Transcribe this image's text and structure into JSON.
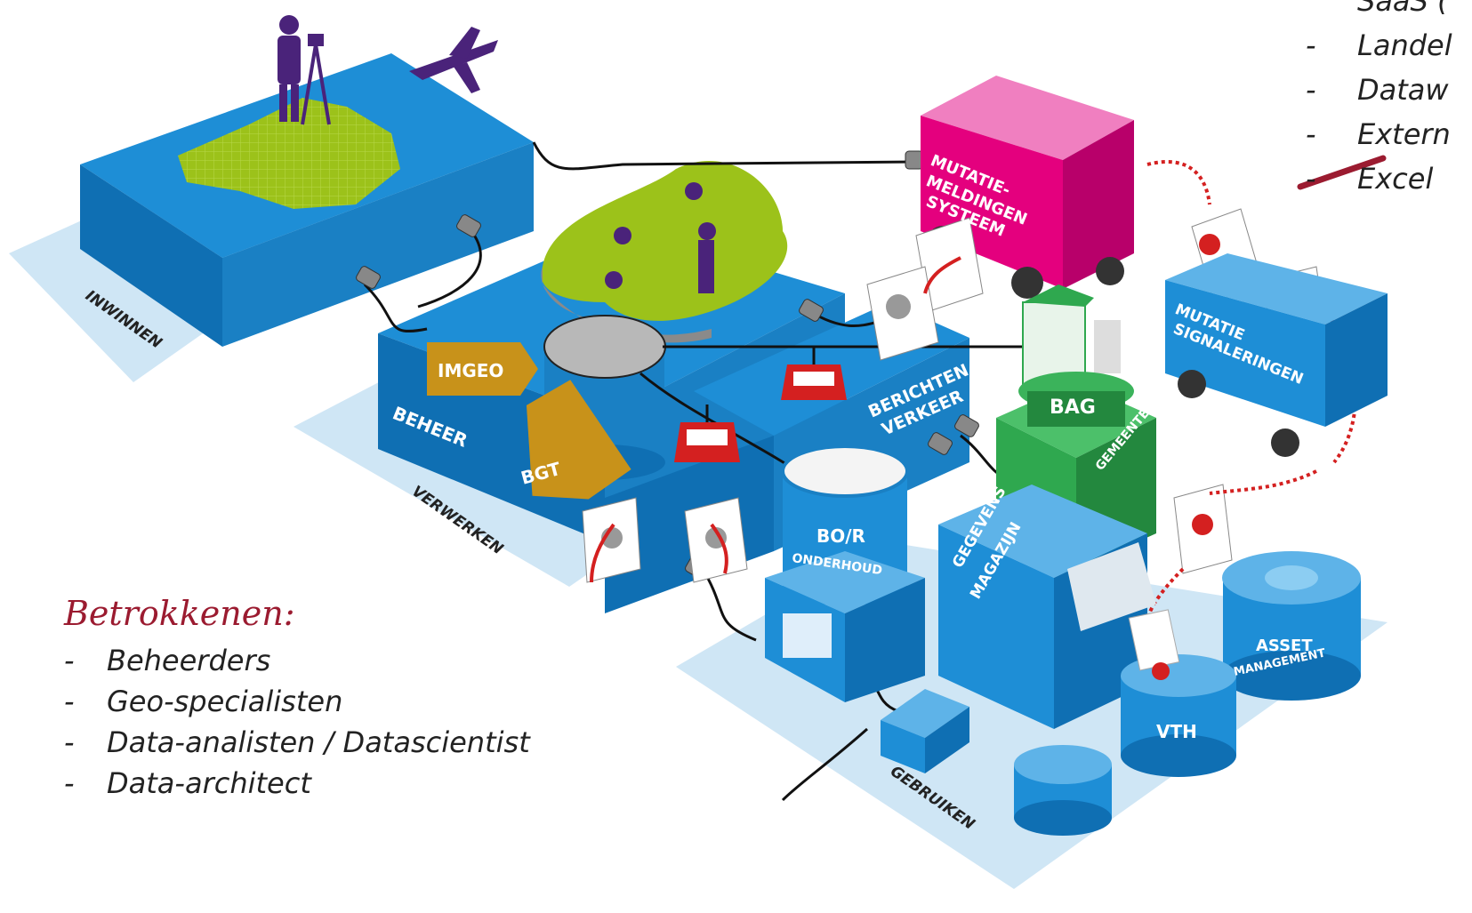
{
  "labels": {
    "inwinnen": "INWINNEN",
    "verwerken": "VERWERKEN",
    "gebruiken": "GEBRUIKEN",
    "beheer": "BEHEER",
    "imgeo": "IMGEO",
    "bgt": "BGT",
    "berichten_verkeer_1": "BERICHTEN",
    "berichten_verkeer_2": "VERKEER",
    "mutatie_meldingen_1": "MUTATIE-",
    "mutatie_meldingen_2": "MELDINGEN",
    "mutatie_meldingen_3": "SYSTEEM",
    "mutatie_signaleringen_1": "MUTATIE",
    "mutatie_signaleringen_2": "SIGNALERINGEN",
    "bag": "BAG",
    "gemeente": "GEMEENTE",
    "bor_1": "BO/R",
    "bor_2": "ONDERHOUD",
    "gegevens_1": "GEGEVENS",
    "gegevens_2": "MAGAZIJN",
    "asset_1": "ASSET",
    "asset_2": "MANAGEMENT",
    "vth": "VTH"
  },
  "betrokkenen": {
    "title": "Betrokkenen:",
    "items": [
      "Beheerders",
      "Geo-specialisten",
      "Data-analisten / Datascientist",
      "Data-architect"
    ]
  },
  "tools": {
    "items": [
      "SaaS (",
      "Landel",
      "Dataw",
      "Extern",
      "Excel"
    ]
  },
  "colors": {
    "platform_light": "#cfe6f5",
    "box_blue": "#1e8ed6",
    "box_blue_dark": "#0f6fb3",
    "magenta": "#e4007e",
    "green": "#2fa84f",
    "lime": "#9cc21a",
    "purple": "#4a237a",
    "gold": "#c8921a",
    "red": "#d42020",
    "accent": "#9b1b30"
  }
}
